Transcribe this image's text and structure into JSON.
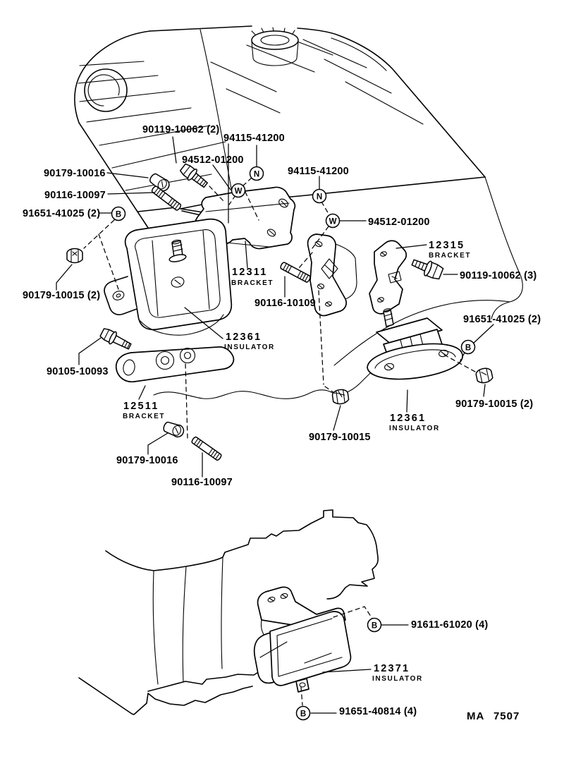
{
  "figure": {
    "code": "MA 7507",
    "type": "engine-mounting-parts-diagram"
  },
  "symbols": {
    "B": "B",
    "N": "N",
    "W": "W"
  },
  "labels": {
    "bolt_90119_top": "90119-10062 (2)",
    "nut_94115_left": "94115-41200",
    "washer_94512_left": "94512-01200",
    "nut_94115_right": "94115-41200",
    "washer_94512_right": "94512-01200",
    "nut_90179_10016_upper": "90179-10016",
    "stud_90116_10097_upper": "90116-10097",
    "nut_91651_41025_left": "91651-41025 (2)",
    "nut_90179_10015_left": "90179-10015 (2)",
    "stud_90116_10109": "90116-10109",
    "bolt_90105_10093": "90105-10093",
    "bolt_90119_right": "90119-10062 (3)",
    "nut_91651_41025_right": "91651-41025 (2)",
    "nut_90179_10015_right": "90179-10015 (2)",
    "nut_90179_10015_center": "90179-10015",
    "nut_90179_10016_lower": "90179-10016",
    "stud_90116_10097_lower": "90116-10097",
    "bolt_91611_61020": "91611-61020 (4)",
    "nut_91651_40814": "91651-40814 (4)"
  },
  "parts": {
    "bracket_12311": {
      "number": "12311",
      "name": "BRACKET"
    },
    "bracket_12315": {
      "number": "12315",
      "name": "BRACKET"
    },
    "insulator_12361_left": {
      "number": "12361",
      "name": "INSULATOR"
    },
    "insulator_12361_right": {
      "number": "12361",
      "name": "INSULATOR"
    },
    "bracket_12511": {
      "number": "12511",
      "name": "BRACKET"
    },
    "insulator_12371": {
      "number": "12371",
      "name": "INSULATOR"
    }
  }
}
